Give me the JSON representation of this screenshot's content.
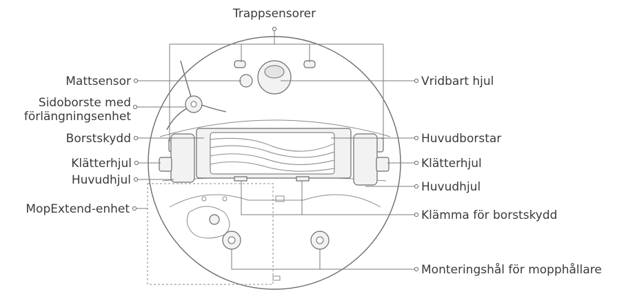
{
  "labels": {
    "trappsensorer": "Trappsensorer",
    "mattsensor": "Mattsensor",
    "sidoborste_line1": "Sidoborste med",
    "sidoborste_line2": "förlängningsenhet",
    "borstskydd": "Borstskydd",
    "klatterhjul_left": "Klätterhjul",
    "huvudhjul_left": "Huvudhjul",
    "mopextend": "MopExtend-enhet",
    "vridbart_hjul": "Vridbart hjul",
    "huvudborstar": "Huvudborstar",
    "klatterhjul_right": "Klätterhjul",
    "huvudhjul_right": "Huvudhjul",
    "klamma": "Klämma för borstskydd",
    "monteringshal": "Monteringshål för mopphållare"
  }
}
